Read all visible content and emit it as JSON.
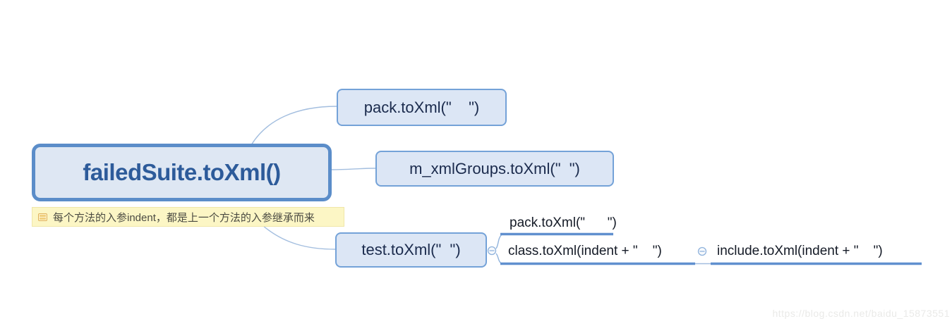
{
  "root": {
    "label": "failedSuite.toXml()"
  },
  "note": {
    "text": "每个方法的入参indent，都是上一个方法的入参继承而来"
  },
  "level1": [
    {
      "label": "pack.toXml(\"    \")"
    },
    {
      "label": "m_xmlGroups.toXml(\"  \")"
    },
    {
      "label": "test.toXml(\"  \")"
    }
  ],
  "level2": [
    {
      "label": "pack.toXml(\"      \")"
    },
    {
      "label": "class.toXml(indent + \"    \")"
    }
  ],
  "level3": [
    {
      "label": "include.toXml(indent + \"    \")"
    }
  ],
  "toggles": [
    {
      "name": "collapse-toggle-test",
      "state": "expanded"
    },
    {
      "name": "collapse-toggle-class",
      "state": "expanded"
    }
  ],
  "watermark": {
    "text": "https://blog.csdn.net/baidu_15873551"
  },
  "colors": {
    "root_border": "#5b8dc9",
    "root_fill": "#dee7f3",
    "root_text": "#2d5b9a",
    "child_border": "#74a2d8",
    "child_fill": "#dce6f5",
    "child_text": "#1b2b4d",
    "branch_line": "#a3bedf",
    "underline": "#6090cf",
    "note_bg": "#fcf6c5",
    "note_icon": "#e0b15a",
    "watermark_text": "#eaeae8"
  }
}
